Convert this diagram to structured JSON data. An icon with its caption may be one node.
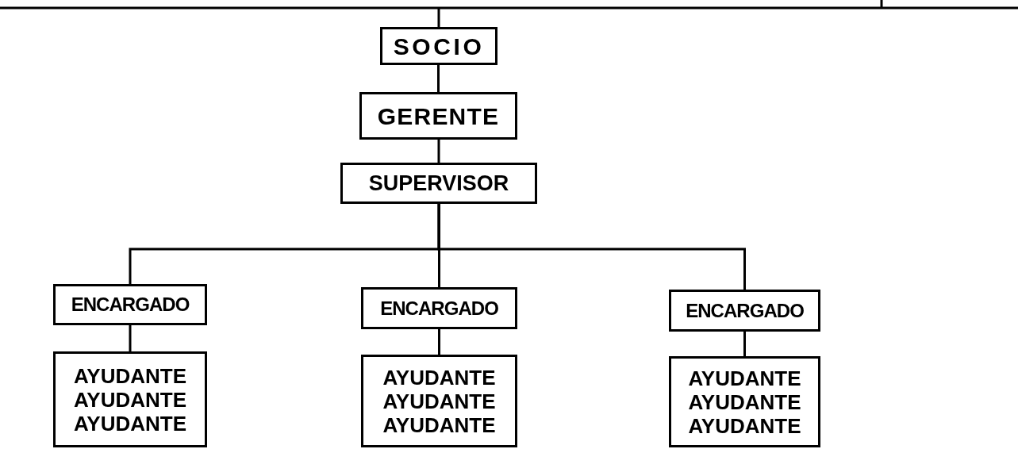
{
  "diagram": {
    "nodes": [
      {
        "text": [
          "SOCIO"
        ]
      },
      {
        "text": [
          "GERENTE"
        ]
      },
      {
        "text": [
          "SUPERVISOR"
        ]
      },
      {
        "text": [
          "ENCARGADO"
        ]
      },
      {
        "text": [
          "ENCARGADO"
        ]
      },
      {
        "text": [
          "ENCARGADO"
        ]
      },
      {
        "text": [
          "AYUDANTE",
          "AYUDANTE",
          "AYUDANTE"
        ]
      },
      {
        "text": [
          "AYUDANTE",
          "AYUDANTE",
          "AYUDANTE"
        ]
      },
      {
        "text": [
          "AYUDANTE",
          "AYUDANTE",
          "AYUDANTE"
        ]
      }
    ],
    "edges": [
      {
        "from": null,
        "to": 0,
        "arrow": "none"
      },
      {
        "from": 0,
        "to": 1,
        "arrow": "none"
      },
      {
        "from": 1,
        "to": 2,
        "arrow": "none"
      },
      {
        "from": 2,
        "to": 3,
        "arrow": "none"
      },
      {
        "from": 2,
        "to": 4,
        "arrow": "none"
      },
      {
        "from": 2,
        "to": 5,
        "arrow": "none"
      },
      {
        "from": 3,
        "to": 6,
        "arrow": "none"
      },
      {
        "from": 4,
        "to": 7,
        "arrow": "none"
      },
      {
        "from": 5,
        "to": 8,
        "arrow": "none"
      }
    ]
  }
}
